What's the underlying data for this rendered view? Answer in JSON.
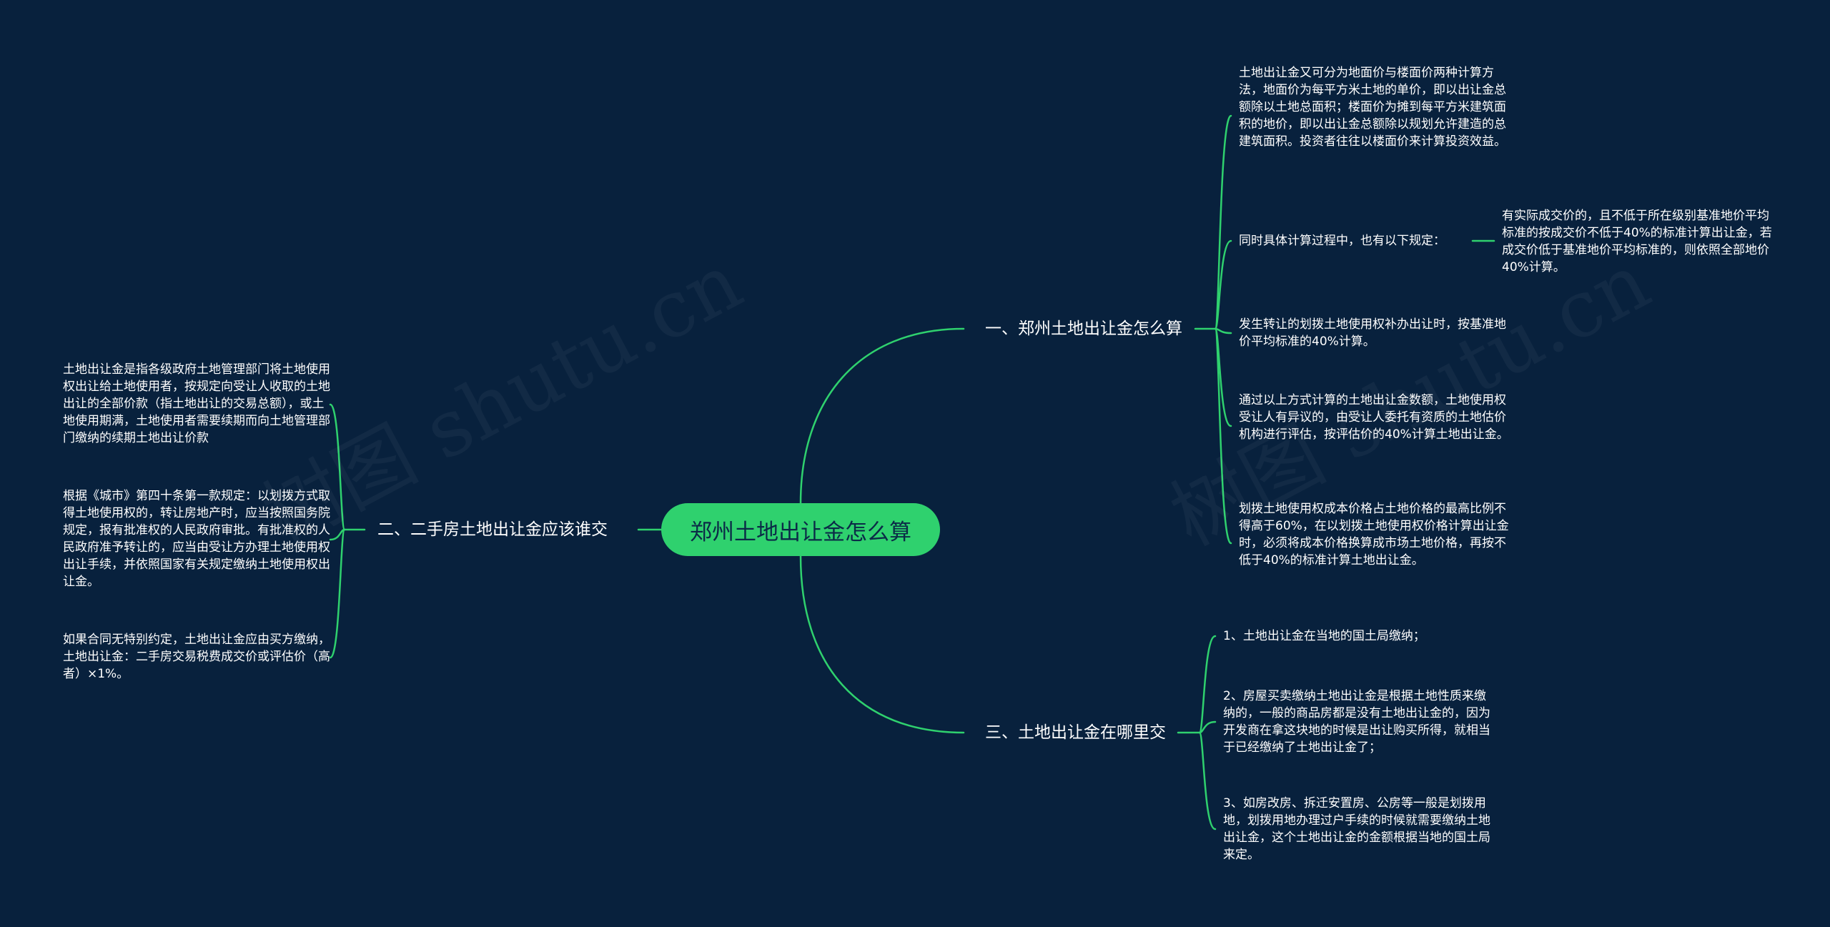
{
  "root": {
    "label": "郑州土地出让金怎么算"
  },
  "branches": {
    "b1": {
      "label": "一、郑州土地出让金怎么算",
      "leaves": [
        "土地出让金又可分为地面价与楼面价两种计算方法，地面价为每平方米土地的单价，即以出让金总额除以土地总面积；楼面价为摊到每平方米建筑面积的地价，即以出让金总额除以规划允许建造的总建筑面积。投资者往往以楼面价来计算投资效益。",
        "同时具体计算过程中，也有以下规定：",
        "发生转让的划拨土地使用权补办出让时，按基准地价平均标准的40%计算。",
        "通过以上方式计算的土地出让金数额，土地使用权受让人有异议的，由受让人委托有资质的土地估价机构进行评估，按评估价的40%计算土地出让金。",
        "划拨土地使用权成本价格占土地价格的最高比例不得高于60%，在以划拨土地使用权价格计算出让金时，必须将成本价格换算成市场土地价格，再按不低于40%的标准计算土地出让金。"
      ],
      "subleaf": "有实际成交价的，且不低于所在级别基准地价平均标准的按成交价不低于40%的标准计算出让金，若成交价低于基准地价平均标准的，则依照全部地价40%计算。"
    },
    "b2": {
      "label": "二、二手房土地出让金应该谁交",
      "leaves": [
        "土地出让金是指各级政府土地管理部门将土地使用权出让给土地使用者，按规定向受让人收取的土地出让的全部价款（指土地出让的交易总额），或土地使用期满，土地使用者需要续期而向土地管理部门缴纳的续期土地出让价款",
        "根据《城市》第四十条第一款规定：以划拨方式取得土地使用权的，转让房地产时，应当按照国务院规定，报有批准权的人民政府审批。有批准权的人民政府准予转让的，应当由受让方办理土地使用权出让手续，并依照国家有关规定缴纳土地使用权出让金。",
        "如果合同无特别约定，土地出让金应由买方缴纳，土地出让金：二手房交易税费成交价或评估价（高者）×1%。"
      ]
    },
    "b3": {
      "label": "三、土地出让金在哪里交",
      "leaves": [
        "1、土地出让金在当地的国土局缴纳；",
        "2、房屋买卖缴纳土地出让金是根据土地性质来缴纳的，一般的商品房都是没有土地出让金的，因为开发商在拿这块地的时候是出让购买所得，就相当于已经缴纳了土地出让金了；",
        "3、如房改房、拆迁安置房、公房等一般是划拨用地，划拨用地办理过户手续的时候就需要缴纳土地出让金，这个土地出让金的金额根据当地的国土局来定。"
      ]
    }
  },
  "watermark": [
    "树图 shutu.cn",
    "树图 shutu.cn"
  ],
  "colors": {
    "background": "#08213d",
    "accent": "#2fd16e",
    "text": "#ffffff"
  }
}
